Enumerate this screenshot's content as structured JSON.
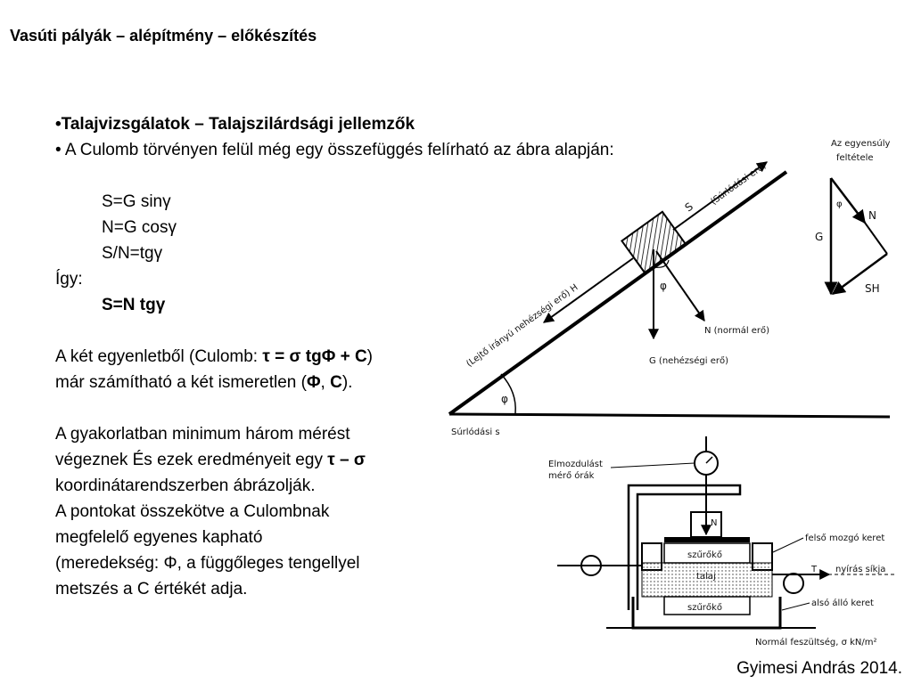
{
  "slide": {
    "title": "Vasúti pályák – alépítmény – előkészítés",
    "author": "Gyimesi András 2014."
  },
  "body": {
    "heading": "•Talajvizsgálatok – Talajszilárdsági jellemzők",
    "intro": "• A Culomb törvényen felül még egy összefüggés felírható az ábra alapján:",
    "eq1": "S=G sinγ",
    "eq2": "N=G cosγ",
    "eq3": "S/N=tgγ",
    "igy": "Így:",
    "result": "S=N tgγ",
    "p1_a": "A két egyenletből (Culomb: ",
    "p1_formula": "τ = σ tgΦ + C",
    "p1_b": ")",
    "p1_c": "már számítható a két ismeretlen (",
    "p1_phi": "Φ",
    "p1_sep": ", ",
    "p1_c_sym": "C",
    "p1_end": ").",
    "p2_1a": "A gyakorlatban minimum három mérést",
    "p2_2a": "végeznek És ezek eredményeit egy ",
    "p2_2b": "τ – σ",
    "p2_3": "koordinátarendszerben ábrázolják.",
    "p2_4": "A pontokat összekötve a Culombnak",
    "p2_5": "megfelelő egyenes kapható",
    "p2_6": "(meredekség: Φ, a függőleges tengellyel",
    "p2_7": "metszés a C értékét adja."
  },
  "incline_figure": {
    "friction_force": "(Súrlódási erő)",
    "s_label": "S",
    "slope_force": "(Lejtő irányú nehézségi erő) H",
    "normal_force": "N (normál erő)",
    "gravity_force": "G (nehézségi erő)",
    "angle_label": "φ",
    "bottom_label": "Súrlódási s"
  },
  "triangle_figure": {
    "title_1": "Az egyensúly",
    "title_2": "feltétele",
    "g": "G",
    "n": "N",
    "sh": "SH",
    "angle": "φ"
  },
  "shear_box_figure": {
    "dial_label_1": "Elmozdulást",
    "dial_label_2": "mérő órák",
    "n_label": "N",
    "upper_frame": "felső mozgó keret",
    "filter_top": "szűrőkő",
    "soil": "talaj",
    "filter_bottom": "szűrőkő",
    "t_label": "T",
    "shear_plane": "nyírás síkja",
    "lower_frame": "alsó álló keret",
    "axis_label": "Normál feszültség, σ kN/m²"
  }
}
